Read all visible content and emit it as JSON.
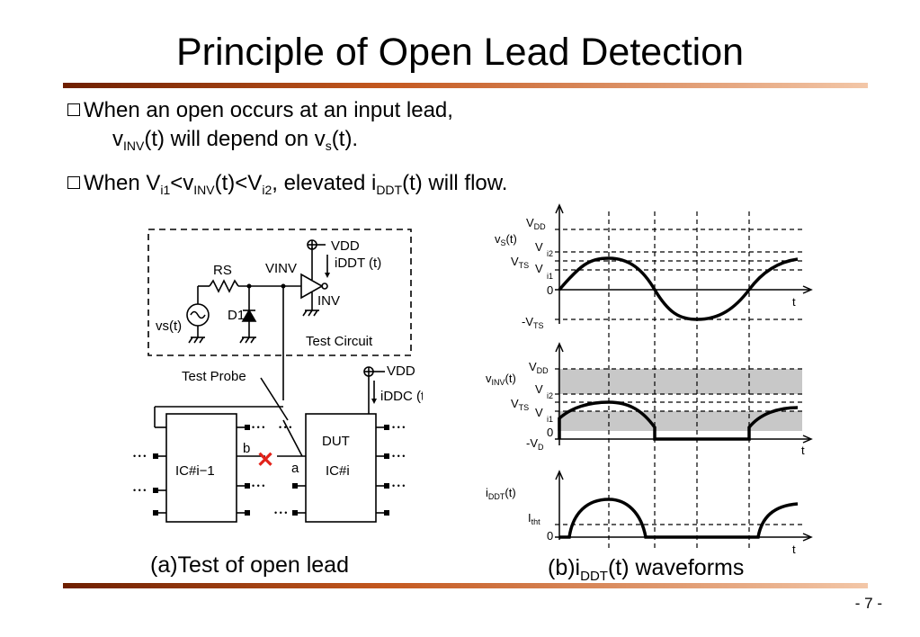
{
  "slide": {
    "title": "Principle of Open Lead Detection",
    "page_number": "- 7 -"
  },
  "bullets": {
    "b1_line1": "When an open occurs at an input lead,",
    "b1_v": "v",
    "b1_inv_sub": "INV",
    "b1_mid": "(t) will depend on v",
    "b1_s_sub": "s",
    "b1_end": "(t).",
    "b2_start": "When V",
    "b2_i1_sub": "i1",
    "b2_lt_v": "<v",
    "b2_inv_sub": "INV",
    "b2_lt2": "(t)<V",
    "b2_i2_sub": "i2",
    "b2_mid": ", elevated i",
    "b2_ddt_sub": "DDT",
    "b2_end": "(t) will flow."
  },
  "captions": {
    "a": "(a)Test of open lead",
    "b_prefix": "(b)i",
    "b_sub": "DDT",
    "b_suffix": "(t) waveforms"
  },
  "circuit": {
    "vdd_top": "VDD",
    "iddt_label": "iDDT (t)",
    "vinv": "VINV",
    "rs": "RS",
    "d1": "D1",
    "inv": "INV",
    "vs": "vs(t)",
    "test_circuit": "Test Circuit",
    "test_probe": "Test Probe",
    "vdd_bottom": "VDD",
    "iddc": "iDDC (t)",
    "dut": "DUT",
    "ic_i": "IC#i",
    "ic_i_minus_1": "IC#i−1",
    "pin_a": "a",
    "pin_b": "b",
    "open_mark": "✕"
  },
  "waveforms": {
    "top": {
      "signal": "vS(t)",
      "levels": [
        "VDD",
        "Vi2",
        "VTS",
        "Vi1",
        "0",
        "-VTS"
      ],
      "x_label": "t"
    },
    "middle": {
      "signal": "vINV(t)",
      "levels": [
        "VDD",
        "Vi2",
        "VTS",
        "Vi1",
        "0",
        "-VD"
      ],
      "x_label": "t"
    },
    "bottom": {
      "signal": "iDDT(t)",
      "levels": [
        "Itht",
        "0"
      ],
      "x_label": "t"
    }
  },
  "colors": {
    "band": "#c8c8c8",
    "bar_dark": "#6e1f00",
    "bar_light": "#f3c7a8",
    "open_mark": "#e2231a"
  }
}
